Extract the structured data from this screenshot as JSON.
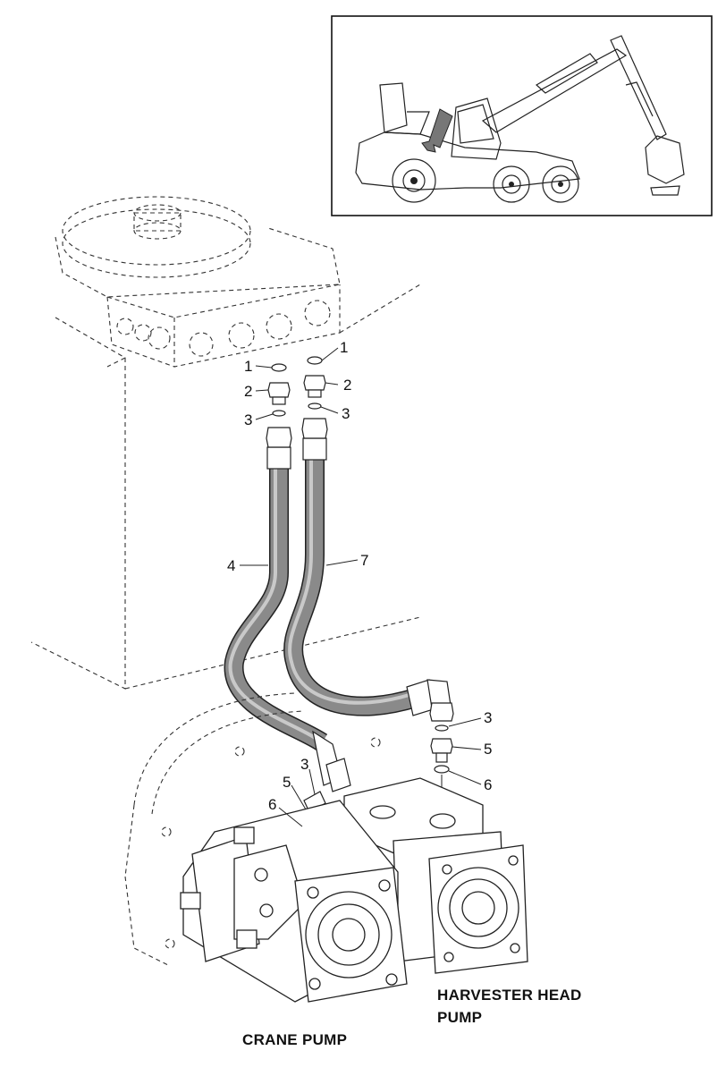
{
  "callouts": [
    {
      "id": "c1a",
      "text": "1"
    },
    {
      "id": "c2a",
      "text": "2"
    },
    {
      "id": "c3a",
      "text": "3"
    },
    {
      "id": "c1b",
      "text": "1"
    },
    {
      "id": "c2b",
      "text": "2"
    },
    {
      "id": "c3b",
      "text": "3"
    },
    {
      "id": "c4",
      "text": "4"
    },
    {
      "id": "c7",
      "text": "7"
    },
    {
      "id": "c3c",
      "text": "3"
    },
    {
      "id": "c5a",
      "text": "5"
    },
    {
      "id": "c6a",
      "text": "6"
    },
    {
      "id": "c3d",
      "text": "3"
    },
    {
      "id": "c5b",
      "text": "5"
    },
    {
      "id": "c6b",
      "text": "6"
    }
  ],
  "captions": {
    "harvester_line1": "HARVESTER HEAD",
    "harvester_line2": "PUMP",
    "crane": "CRANE PUMP"
  }
}
